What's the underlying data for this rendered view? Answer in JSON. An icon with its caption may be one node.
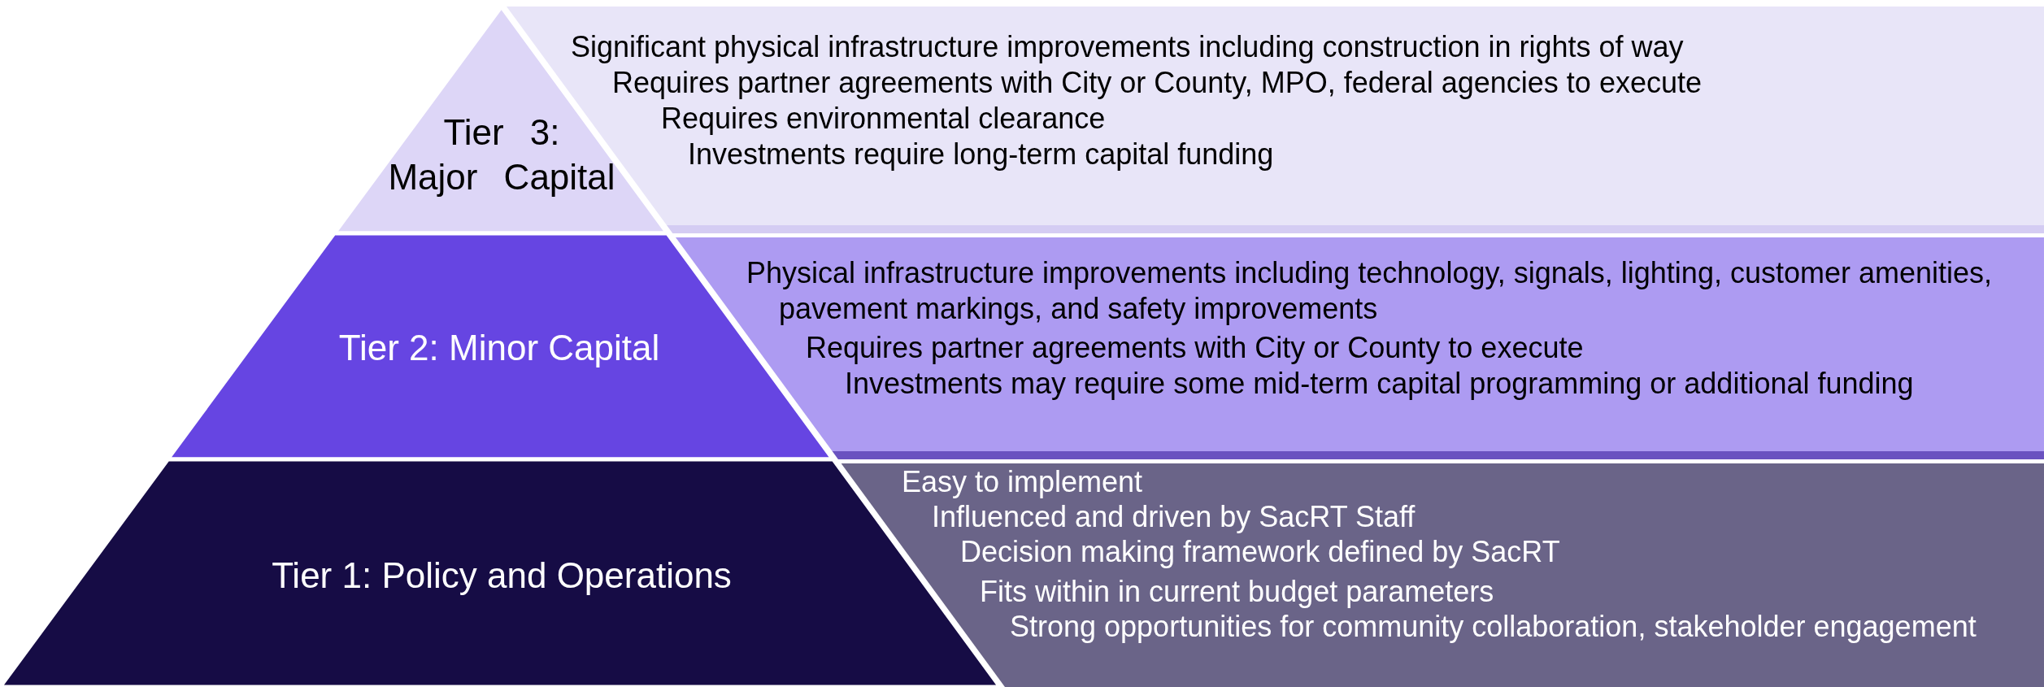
{
  "diagram": {
    "nodes": [
      {
        "text": [
          "Tier 3: Major Capital"
        ]
      },
      {
        "text": [
          "Significant physical infrastructure improvements including construction in rights of way",
          "Requires partner agreements with City or County, MPO, federal agencies to execute",
          "Requires environmental clearance",
          "Investments require long-term capital funding"
        ]
      },
      {
        "text": [
          "Tier 2: Minor Capital"
        ]
      },
      {
        "text": [
          "Physical infrastructure improvements including technology, signals, lighting, customer amenities, pavement markings, and safety improvements",
          "Requires partner agreements with City or County to execute",
          "Investments may require some mid-term capital programming or additional funding"
        ]
      },
      {
        "text": [
          "Tier 1: Policy and Operations"
        ]
      },
      {
        "text": [
          "Easy to implement",
          "Influenced and driven by SacRT Staff",
          "Decision making framework defined by SacRT",
          "Fits within in current budget parameters",
          "Strong opportunities for community collaboration, stakeholder engagement"
        ]
      }
    ]
  }
}
